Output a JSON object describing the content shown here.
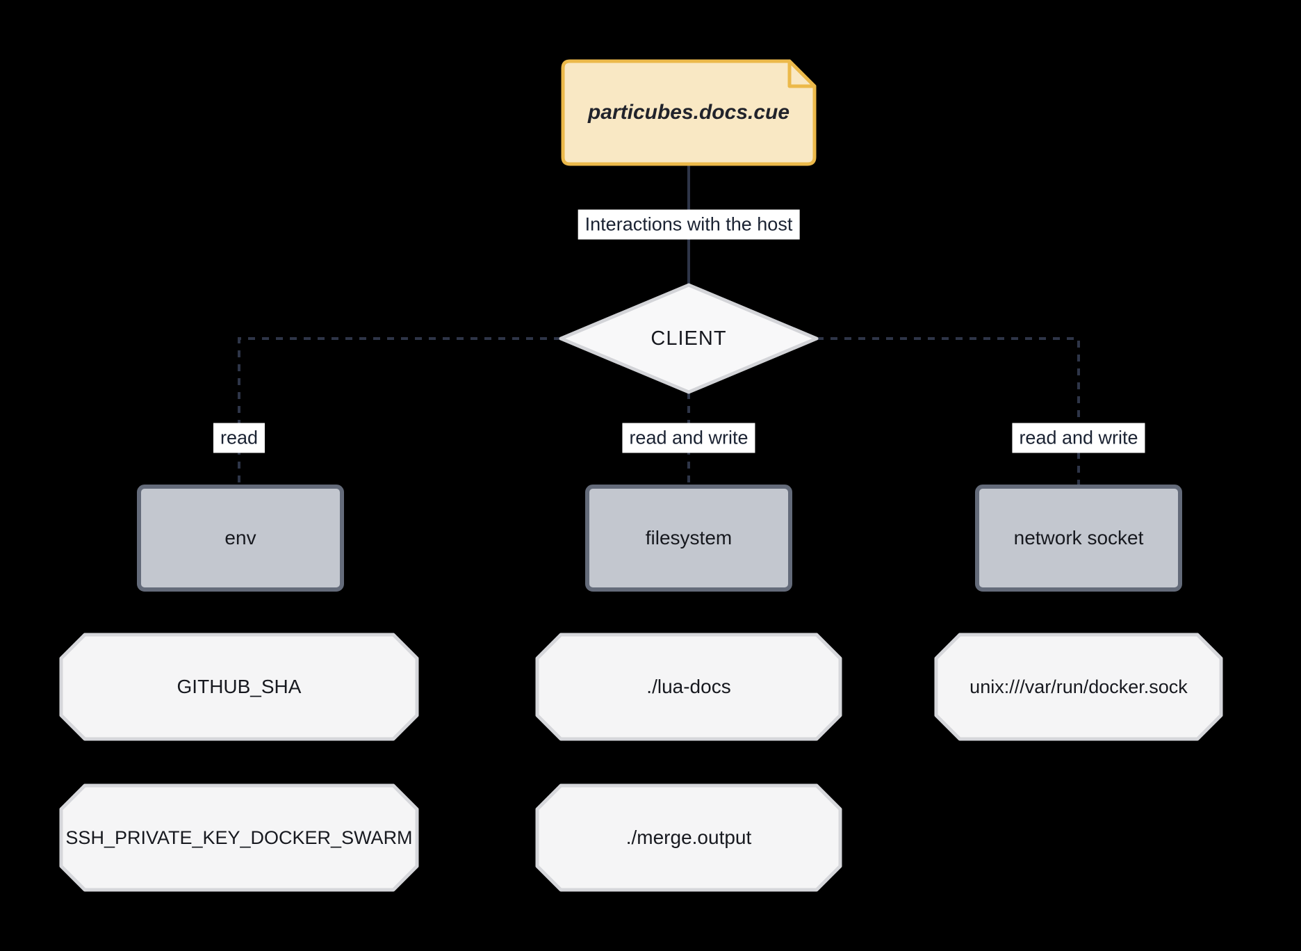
{
  "title_note": {
    "label": "particubes.docs.cue"
  },
  "client": {
    "label": "CLIENT"
  },
  "host_edge_label": "Interactions with the host",
  "columns": [
    {
      "edge_label": "read",
      "target": "env",
      "items": [
        "GITHUB_SHA",
        "SSH_PRIVATE_KEY_DOCKER_SWARM"
      ]
    },
    {
      "edge_label": "read and write",
      "target": "filesystem",
      "items": [
        "./lua-docs",
        "./merge.output"
      ]
    },
    {
      "edge_label": "read and write",
      "target": "network socket",
      "items": [
        "unix:///var/run/docker.sock"
      ]
    }
  ],
  "colors": {
    "bg": "#000000",
    "note_fill": "#f9e8c4",
    "note_border": "#ecb94a",
    "edge": "#2e3548",
    "label_bg": "#ffffff",
    "label_text": "#1a2232",
    "diamond_fill": "#f8f8f9",
    "diamond_border": "#d3d4d8",
    "box_fill": "#c3c7cf",
    "box_border": "#646b7a",
    "oct_fill": "#f5f5f6",
    "oct_border": "#d6d7db",
    "node_text": "#17191f",
    "note_text": "#21232b"
  }
}
